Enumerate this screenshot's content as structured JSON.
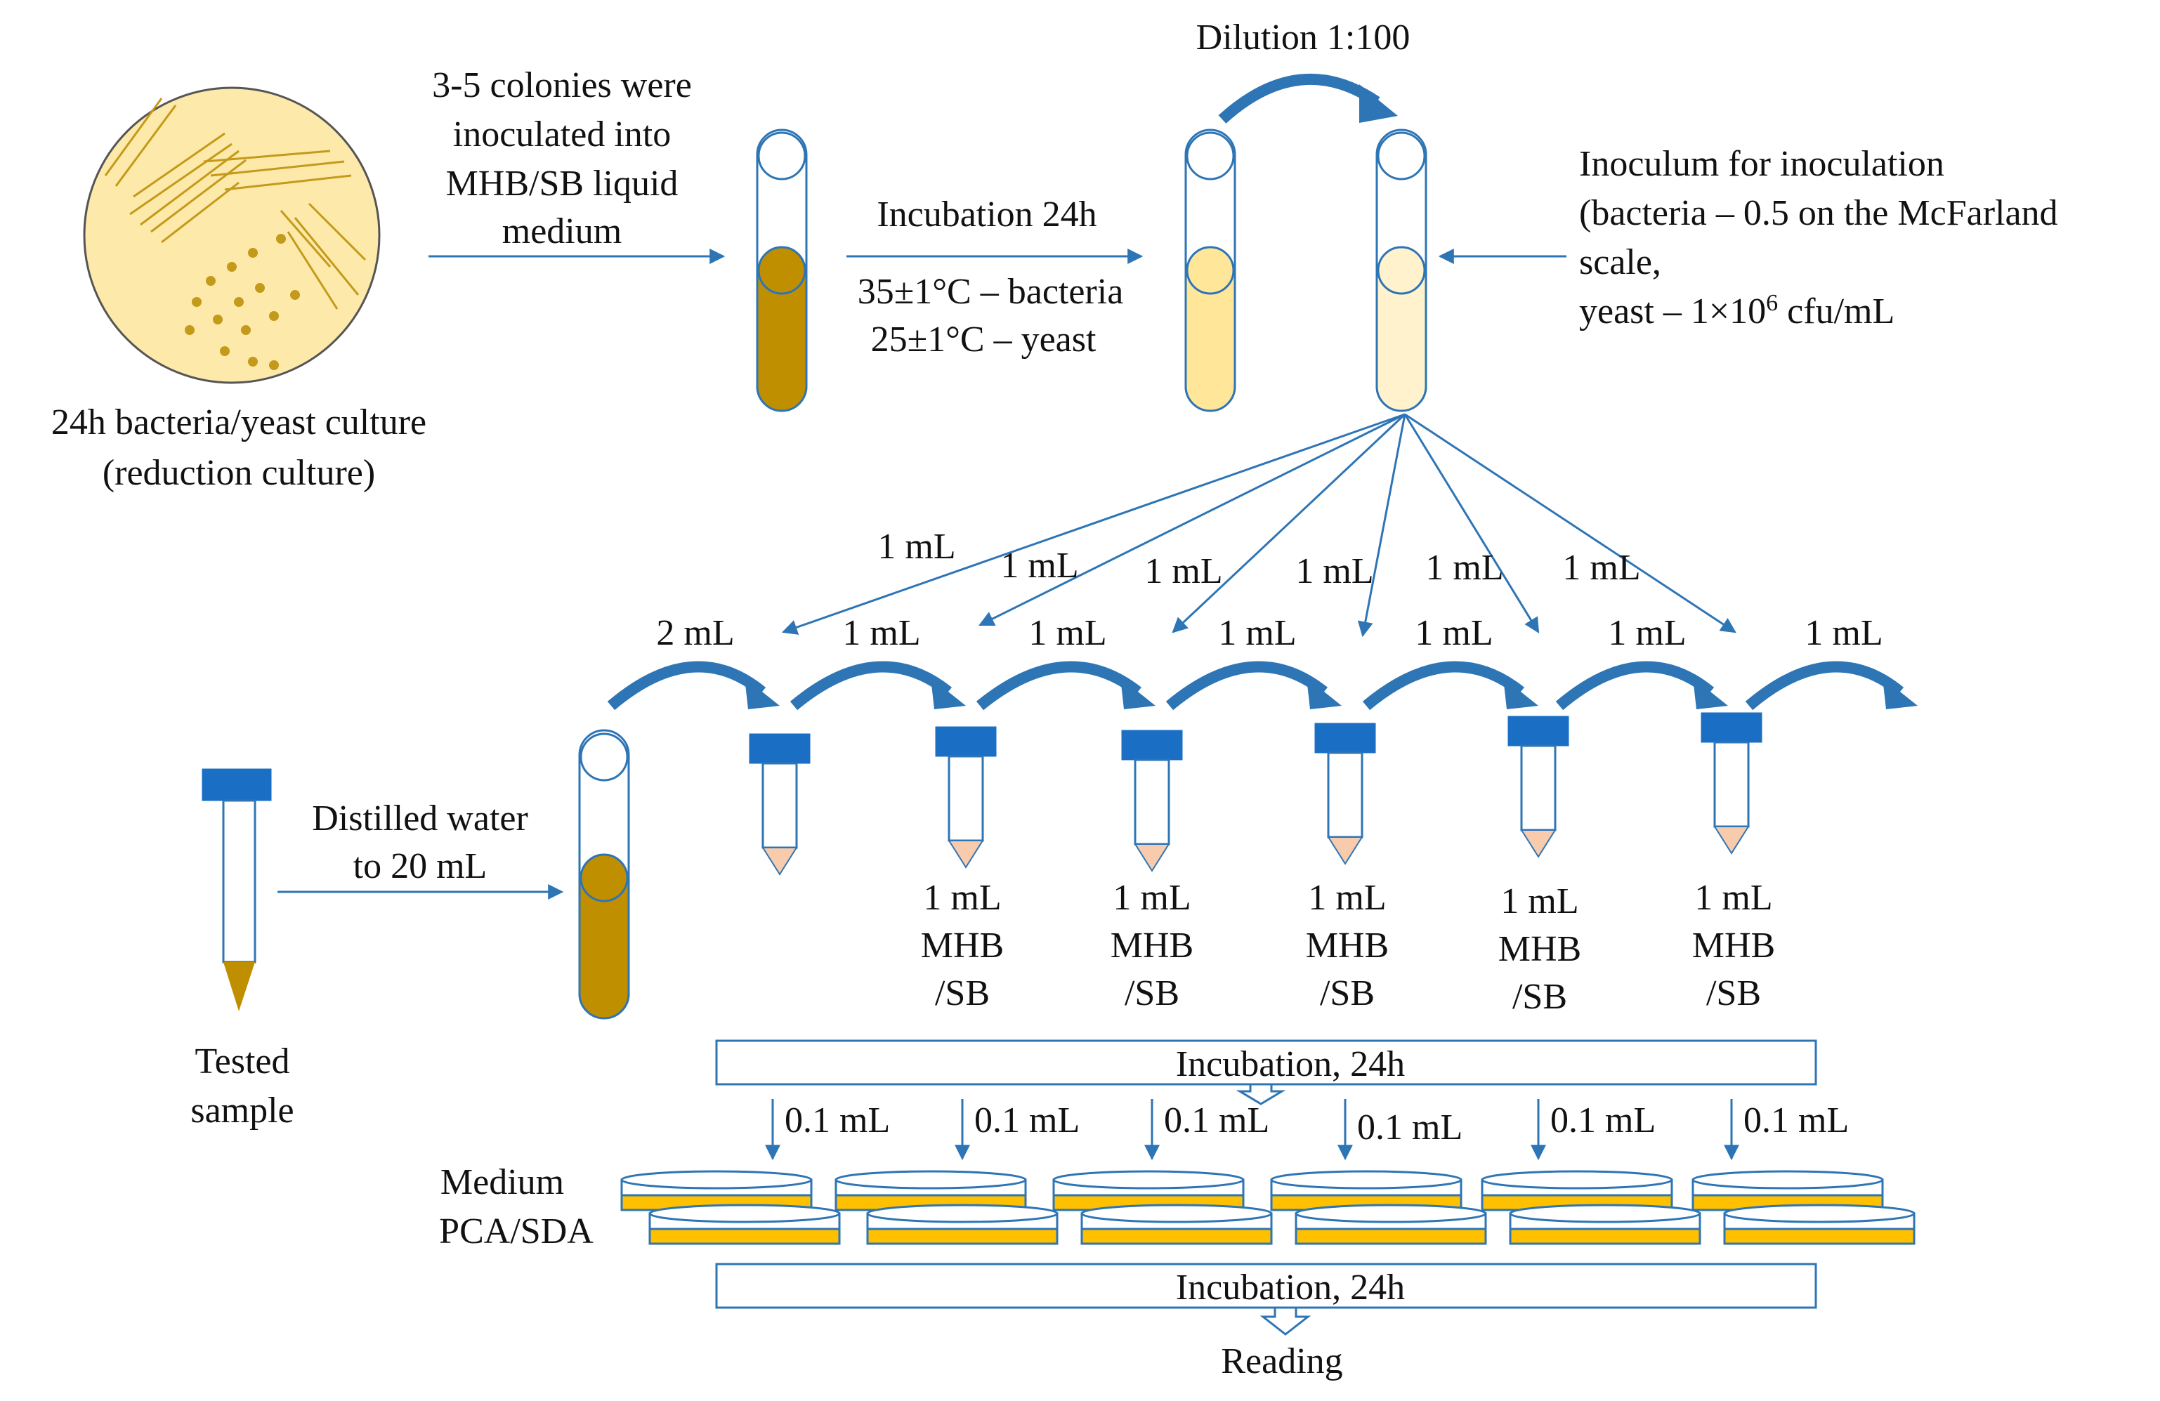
{
  "labels": {
    "culture_line1": "24h bacteria/yeast culture",
    "culture_line2": "(reduction culture)",
    "colonies_line1": "3-5 colonies were",
    "colonies_line2": "inoculated into",
    "colonies_line3": "MHB/SB liquid",
    "colonies_line4": "medium",
    "incubation_24h": "Incubation 24h",
    "temp_bacteria": "35±1°C – bacteria",
    "temp_yeast": "25±1°C – yeast",
    "dilution": "Dilution 1:100",
    "inoculum_line1": "Inoculum for inoculation",
    "inoculum_line2": "(bacteria – 0.5 on the McFarland",
    "inoculum_line3": "scale,",
    "inoculum_line4_pre": "yeast – 1×10",
    "inoculum_line4_exp": "6",
    "inoculum_line4_post": " cfu/mL",
    "tested_line1": "Tested",
    "tested_line2": "sample",
    "water_line1": "Distilled water",
    "water_line2": "to 20 mL",
    "incubation_plates": "Incubation, 24h",
    "incubation_final": "Incubation, 24h",
    "medium_line1": "Medium",
    "medium_line2": "PCA/SDA",
    "reading": "Reading"
  },
  "inoculum_volumes": [
    "1 mL",
    "1 mL",
    "1 mL",
    "1 mL",
    "1 mL",
    "1 mL"
  ],
  "transfer_volumes": [
    "2 mL",
    "1 mL",
    "1 mL",
    "1 mL",
    "1 mL",
    "1 mL",
    "1 mL"
  ],
  "medium_lines": [
    "1 mL",
    "MHB",
    "/SB"
  ],
  "plating_volume": "0.1 mL",
  "colors": {
    "arrow_blue": "#2e75b6",
    "cap_blue": "#1a6fc4",
    "culture_brown": "#bf8f00",
    "agar_yellow": "#ffc000",
    "plate_fill": "#fde9a9",
    "tip_pink": "#f8cbad",
    "pale_yellow": "#ffe699",
    "paler_yellow": "#fff2cc"
  }
}
